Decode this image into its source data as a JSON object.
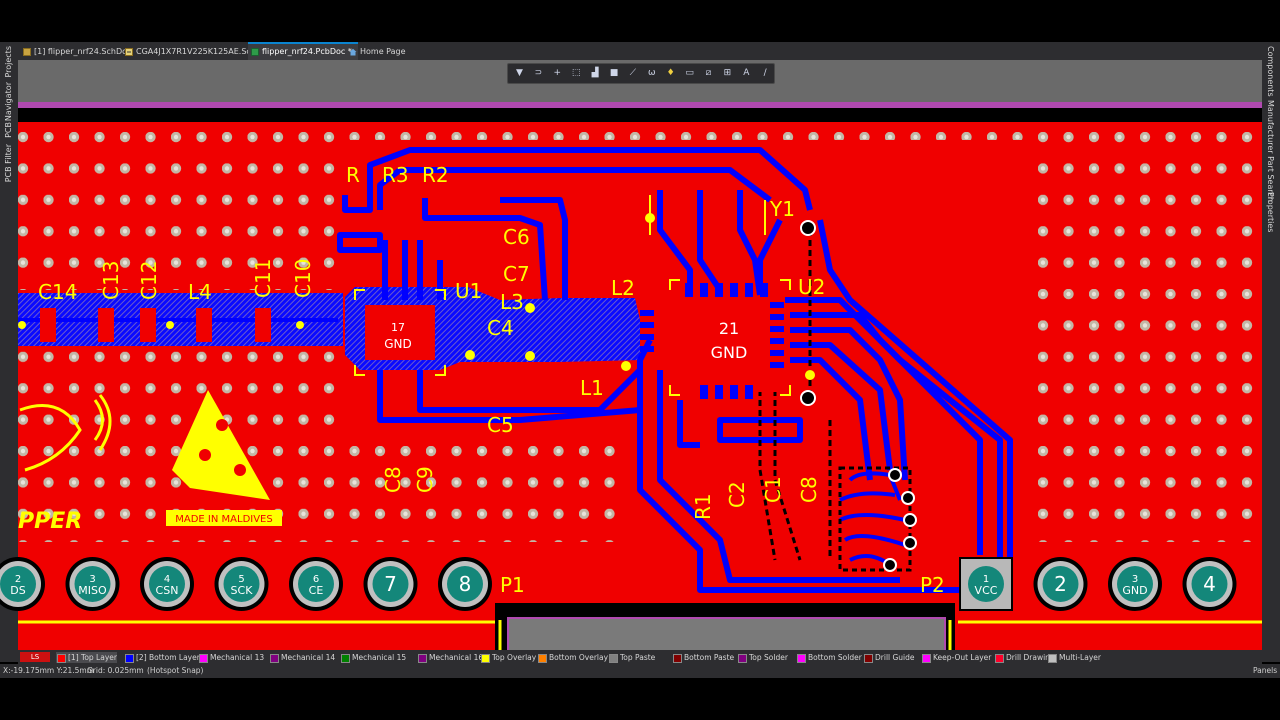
{
  "tabs": [
    {
      "label": "[1] flipper_nrf24.SchDoc",
      "active": false,
      "icon": "schematic-doc-icon"
    },
    {
      "label": "CGA4J1X7R1V225K125AE.SchLib",
      "active": false,
      "icon": "schlib-doc-icon"
    },
    {
      "label": "flipper_nrf24.PcbDoc *",
      "active": true,
      "icon": "pcb-doc-icon"
    },
    {
      "label": "Home Page",
      "active": false,
      "icon": "home-icon"
    }
  ],
  "left_panels": [
    "Projects",
    "Navigator",
    "PCB",
    "PCB Filter"
  ],
  "right_panels": [
    "Components",
    "Manufacturer Part Search",
    "Properties"
  ],
  "toolbar_icons": [
    "filter-icon",
    "route-icon",
    "add-icon",
    "select-rect-icon",
    "align-icon",
    "component-icon",
    "route-wire-icon",
    "diff-pair-icon",
    "via-icon",
    "keepout-icon",
    "region-icon",
    "dimension-icon",
    "text-icon",
    "line-icon"
  ],
  "pcb": {
    "designators": {
      "R": "R",
      "R3": "R3",
      "R2": "R2",
      "C6": "C6",
      "C7": "C7",
      "U1": "U1",
      "L3": "L3",
      "C4": "C4",
      "L2": "L2",
      "L1": "L1",
      "C5": "C5",
      "Y1": "Y1",
      "U2": "U2",
      "C14": "C14",
      "C13": "C13",
      "C12": "C12",
      "L4": "L4",
      "C11": "C11",
      "C10": "C10",
      "C8a": "C8",
      "C9": "C9",
      "R1": "R1",
      "C2": "C2",
      "C1": "C1",
      "C8b": "C8",
      "P1": "P1",
      "P2": "P2"
    },
    "u1_pad_num": "17",
    "u1_pad_net": "GND",
    "u2_pad_num": "21",
    "u2_pad_net": "GND",
    "logo_text": "PPER",
    "made_in": "MADE IN MALDIVES",
    "p1_pins": [
      {
        "num": "2",
        "net": "DS"
      },
      {
        "num": "3",
        "net": "MISO"
      },
      {
        "num": "4",
        "net": "CSN"
      },
      {
        "num": "5",
        "net": "SCK"
      },
      {
        "num": "6",
        "net": "CE"
      },
      {
        "num": "7",
        "net": ""
      },
      {
        "num": "8",
        "net": ""
      }
    ],
    "p2_pins": [
      {
        "num": "1",
        "net": "VCC"
      },
      {
        "num": "2",
        "net": ""
      },
      {
        "num": "3",
        "net": "GND"
      },
      {
        "num": "4",
        "net": ""
      }
    ]
  },
  "layers": [
    {
      "label": "[1] Top Layer",
      "color": "#ff0000",
      "active": true
    },
    {
      "label": "[2] Bottom Layer",
      "color": "#0000ff",
      "active": false
    },
    {
      "label": "Mechanical 13",
      "color": "#ff00ff",
      "active": false
    },
    {
      "label": "Mechanical 14",
      "color": "#800080",
      "active": false
    },
    {
      "label": "Mechanical 15",
      "color": "#008000",
      "active": false
    },
    {
      "label": "Mechanical 16",
      "color": "#800080",
      "active": false
    },
    {
      "label": "Top Overlay",
      "color": "#ffff00",
      "active": false
    },
    {
      "label": "Bottom Overlay",
      "color": "#ff8000",
      "active": false
    },
    {
      "label": "Top Paste",
      "color": "#808080",
      "active": false
    },
    {
      "label": "Bottom Paste",
      "color": "#800000",
      "active": false
    },
    {
      "label": "Top Solder",
      "color": "#800080",
      "active": false
    },
    {
      "label": "Bottom Solder",
      "color": "#ff00ff",
      "active": false
    },
    {
      "label": "Drill Guide",
      "color": "#800000",
      "active": false
    },
    {
      "label": "Keep-Out Layer",
      "color": "#ff00ff",
      "active": false
    },
    {
      "label": "Drill Drawing",
      "color": "#ff002a",
      "active": false
    },
    {
      "label": "Multi-Layer",
      "color": "#c0c0c0",
      "active": false
    }
  ],
  "ls_label": "LS",
  "status": {
    "coords": "X:-19.175mm Y:21.5mm",
    "grid": "Grid: 0.025mm",
    "snap": "(Hotspot Snap)",
    "panels": "Panels"
  }
}
